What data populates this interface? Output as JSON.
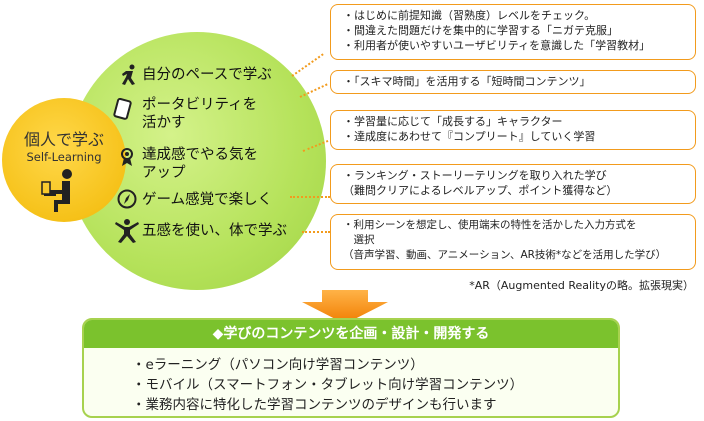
{
  "center": {
    "title": "個人で学ぶ",
    "subtitle": "Self-Learning"
  },
  "features": [
    {
      "text_lines": [
        "自分のペースで学ぶ"
      ],
      "icon": "walking-person-icon"
    },
    {
      "text_lines": [
        "ポータビリティを",
        "活かす"
      ],
      "icon": "tablet-icon"
    },
    {
      "text_lines": [
        "達成感でやる気を",
        "アップ"
      ],
      "icon": "medal-icon"
    },
    {
      "text_lines": [
        "ゲーム感覚で楽しく"
      ],
      "icon": "compass-icon"
    },
    {
      "text_lines": [
        "五感を使い、体で学ぶ"
      ],
      "icon": "jumping-person-icon"
    }
  ],
  "notes": [
    {
      "lines": [
        "・はじめに前提知識（習熟度）レベルをチェック。",
        "・間違えた問題だけを集中的に学習する「ニガテ克服」",
        "・利用者が使いやすいユーザビリティを意識した「学習教材」"
      ]
    },
    {
      "lines": [
        "・「スキマ時間」を活用する「短時間コンテンツ」"
      ]
    },
    {
      "lines": [
        "・学習量に応じて「成長する」キャラクター",
        "・達成度にあわせて『コンプリート』していく学習"
      ]
    },
    {
      "lines": [
        "・ランキング・ストーリーテリングを取り入れた学び",
        "（難問クリアによるレベルアップ、ポイント獲得など）"
      ]
    },
    {
      "lines": [
        "・利用シーンを想定し、使用端末の特性を活かした入力方式を",
        "　選択",
        "（音声学習、動画、アニメーション、AR技術*などを活用した学び）"
      ]
    }
  ],
  "footnote": "*AR（Augmented Realityの略。拡張現実）",
  "bottom": {
    "title": "◆学びのコンテンツを企画・設計・開発する",
    "items": [
      "・eラーニング（パソコン向け学習コンテンツ）",
      "・モバイル（スマートフォン・タブレット向け学習コンテンツ）",
      "・業務内容に特化した学習コンテンツのデザインも行います"
    ]
  },
  "colors": {
    "green_circle": "#b5e25a",
    "yellow_circle": "#f6c21a",
    "orange_accent": "#f29b1d",
    "green_header": "#7bc22d"
  }
}
